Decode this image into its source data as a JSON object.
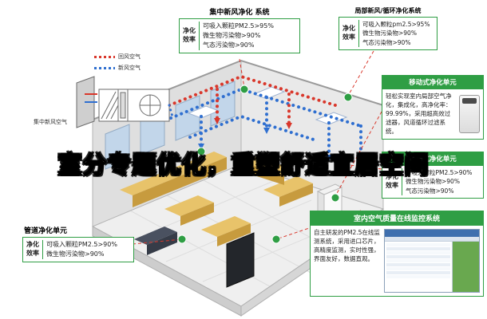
{
  "headline": "室分专题优化，重塑舒适宜居空间",
  "colors": {
    "green": "#2f9e44",
    "red": "#d9372b",
    "blue": "#2f6fd0"
  },
  "legend": {
    "items": [
      {
        "label": "回风空气",
        "color": "#d9372b"
      },
      {
        "label": "新风空气",
        "color": "#2f6fd0"
      }
    ]
  },
  "ahu": {
    "caption": "集中新风空气"
  },
  "callouts": {
    "central": {
      "title": "集中新风净化 系统",
      "label1": "净化",
      "label2": "效率",
      "lines": [
        "可吸入颗粒PM2.5>95%",
        "微生物污染物>90%",
        "气态污染物>90%"
      ]
    },
    "local": {
      "title": "局部新风/循环净化系统",
      "label1": "净化",
      "label2": "效率",
      "lines": [
        "可吸入颗粒pm2.5>95%",
        "微生物污染物>90%",
        "气态污染物>90%"
      ]
    },
    "mobile": {
      "title": "移动式净化单元",
      "body": "轻松实现室内局部空气净化，集成化，高净化率：99.99%，采用超高效过滤器，风道循环过滤系统。"
    },
    "ceiling": {
      "title": "吊顶式净化单元",
      "label1": "净化",
      "label2": "效率",
      "lines": [
        "可吸入颗粒PM2.5>90%",
        "微生物污染物>90%",
        "气态污染物>90%"
      ]
    },
    "monitor": {
      "title": "室内空气质量在线监控系统",
      "body": "自主研发的PM2.5在线监测系统，采用进口芯片，高精度监测，实时性强，界面友好，数据直观。"
    },
    "duct": {
      "title": "管道净化单元",
      "label1": "净化",
      "label2": "效率",
      "lines": [
        "可吸入颗粒PM2.5>90%",
        "微生物污染物>90%"
      ]
    }
  }
}
